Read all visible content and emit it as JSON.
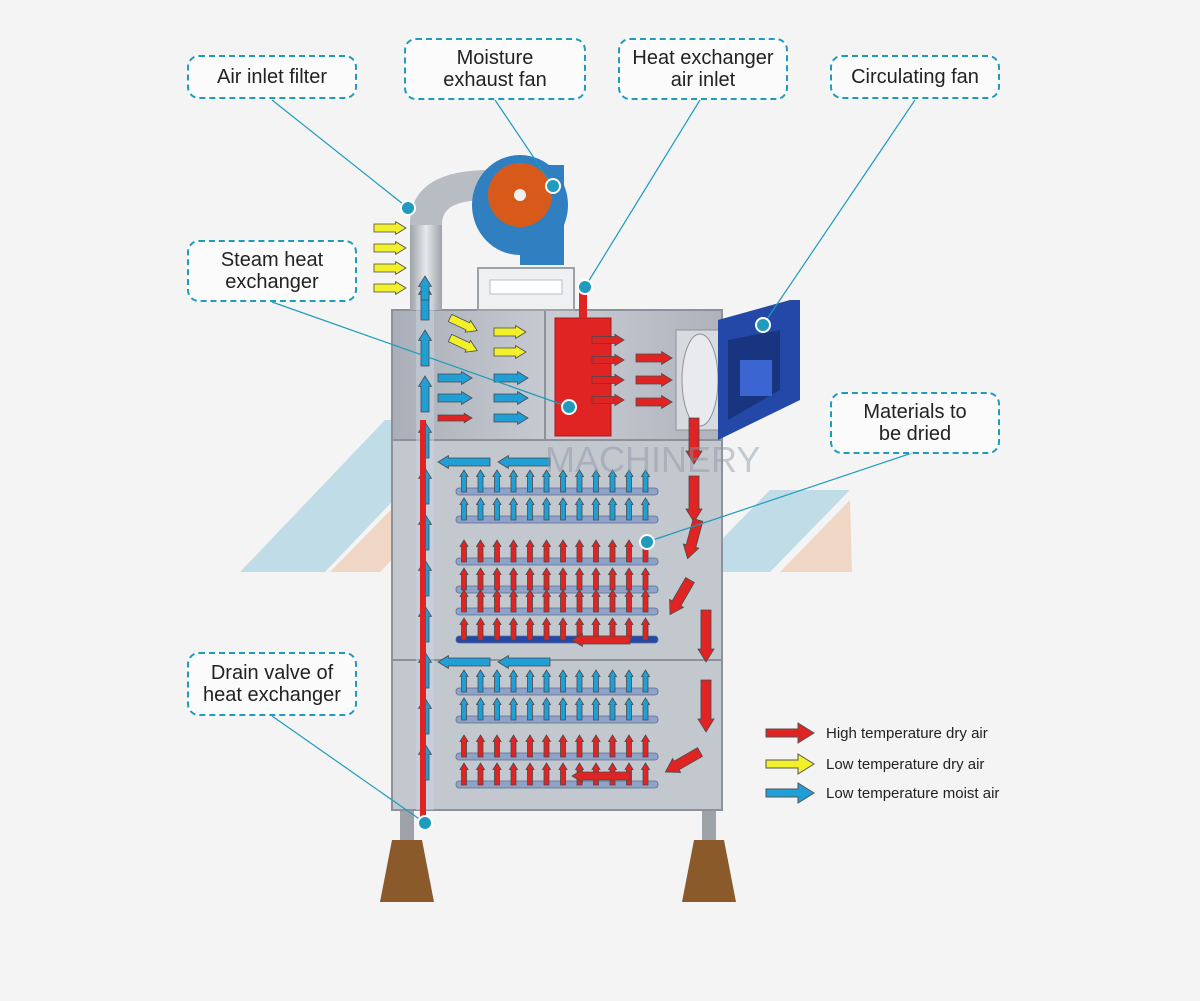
{
  "colors": {
    "accent": "#1e9bbd",
    "high_temp_dry": "#e02424",
    "low_temp_dry": "#f2f02a",
    "low_temp_moist": "#1f9fd6",
    "frame": "#b8bcc4",
    "fan_blue": "#2f7fc1",
    "fan_core": "#d85a1a",
    "machine_blue": "#2448a8",
    "legs": "#8b5a2b"
  },
  "callouts": [
    {
      "id": "air-inlet-filter",
      "label": "Air inlet filter"
    },
    {
      "id": "moisture-exhaust-fan",
      "label": "Moisture\nexhaust fan"
    },
    {
      "id": "heat-exchanger-air-inlet",
      "label": "Heat exchanger\nair inlet"
    },
    {
      "id": "circulating-fan",
      "label": "Circulating fan"
    },
    {
      "id": "steam-heat-exchanger",
      "label": "Steam heat\nexchanger"
    },
    {
      "id": "materials-to-be-dried",
      "label": "Materials to\nbe dried"
    },
    {
      "id": "drain-valve",
      "label": "Drain valve of\nheat exchanger"
    }
  ],
  "legend": [
    {
      "label": "High temperature dry air",
      "color": "#e02424"
    },
    {
      "label": "Low temperature dry air",
      "color": "#f2f02a"
    },
    {
      "label": "Low temperature moist air",
      "color": "#1f9fd6"
    }
  ],
  "watermark": "MACHINERY"
}
